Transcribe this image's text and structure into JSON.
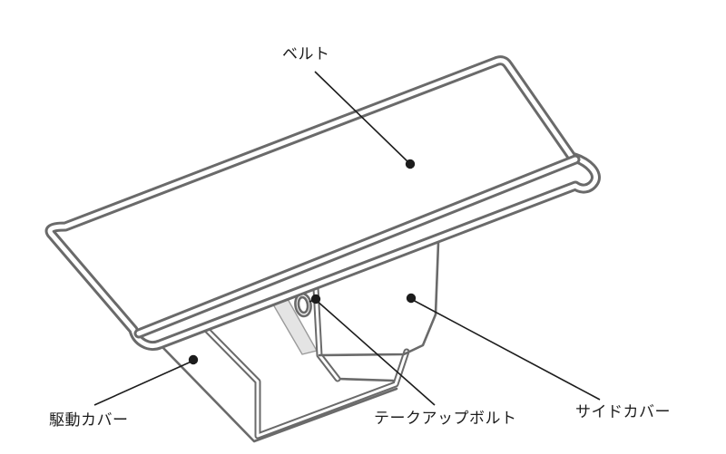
{
  "diagram": {
    "labels": [
      {
        "id": "belt",
        "text": "ベルト"
      },
      {
        "id": "drive-cover",
        "text": "駆動カバー"
      },
      {
        "id": "takeup-bolt",
        "text": "テークアップボルト"
      },
      {
        "id": "side-cover",
        "text": "サイドカバー"
      }
    ],
    "colors": {
      "line": "#6a6a6a",
      "leader": "#1c1c1c",
      "shade": "#e4e4e4",
      "bg": "#ffffff"
    }
  }
}
